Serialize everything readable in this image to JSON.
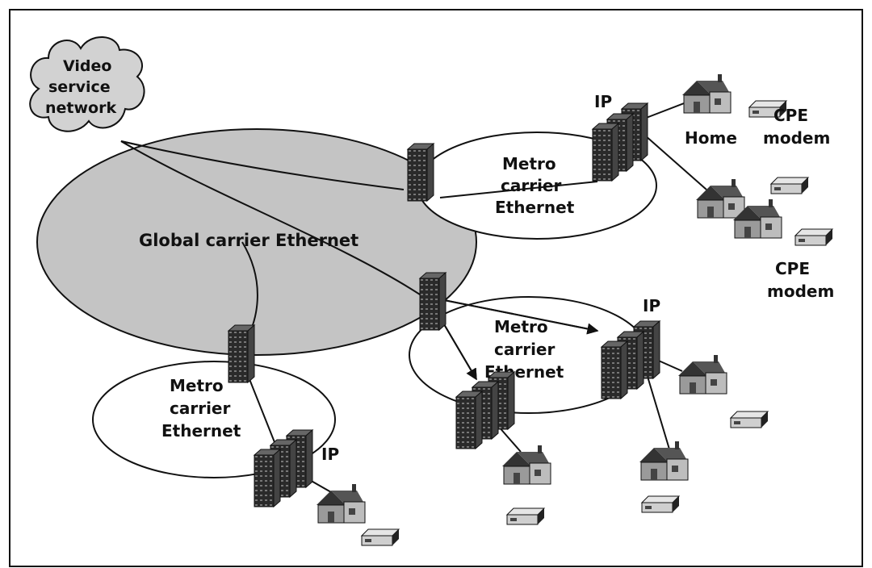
{
  "labels": {
    "video_service": [
      "Video",
      "service",
      "network"
    ],
    "global": "Global carrier Ethernet",
    "metro_top": [
      "Metro",
      "carrier",
      "Ethernet"
    ],
    "metro_right": [
      "Metro",
      "carrier",
      "Ethernet"
    ],
    "metro_left": [
      "Metro",
      "carrier",
      "Ethernet"
    ],
    "ip": "IP",
    "home": "Home",
    "cpe_modem": [
      "CPE",
      "modem"
    ]
  },
  "colors": {
    "global_fill": "#c4c4c4",
    "cloud_fill": "#d2d2d2",
    "building_dark": "#2a2a2a",
    "roof": "#333333",
    "wall": "#9a9a9a",
    "line": "#111111"
  }
}
